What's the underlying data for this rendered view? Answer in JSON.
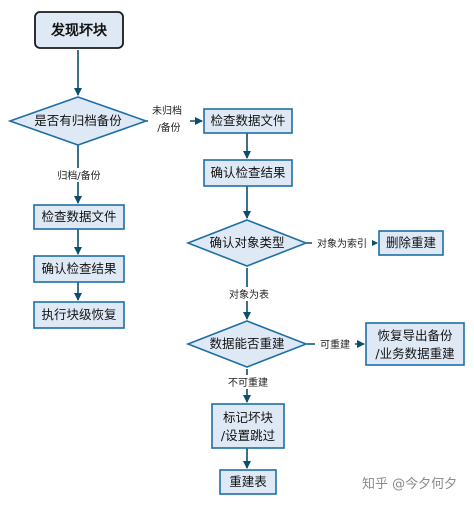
{
  "nodes": {
    "start": "发现坏块",
    "decision_archive": "是否有归档备份",
    "left_check_file": "检查数据文件",
    "left_confirm": "确认检查结果",
    "left_recover": "执行块级恢复",
    "right_check_file": "检查数据文件",
    "right_confirm": "确认检查结果",
    "decision_type": "确认对象类型",
    "drop_rebuild": "删除重建",
    "decision_rebuild": "数据能否重建",
    "restore_export_line1": "恢复导出备份",
    "restore_export_line2": "/业务数据重建",
    "mark_line1": "标记坏块",
    "mark_line2": "/设置跳过",
    "rebuild_table": "重建表"
  },
  "edges": {
    "no_archive_line1": "未归档",
    "no_archive_line2": "/备份",
    "archived": "归档/备份",
    "is_index": "对象为索引",
    "is_table": "对象为表",
    "can_rebuild": "可重建",
    "cannot_rebuild": "不可重建"
  },
  "watermark": {
    "text": "知乎 @今夕何夕"
  }
}
